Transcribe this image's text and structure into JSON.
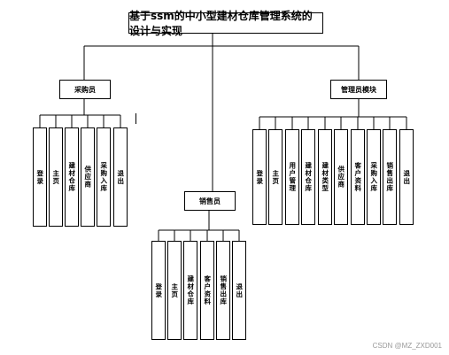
{
  "title": "基于ssm的中小型建材仓库管理系统的设计与实现",
  "groups": [
    {
      "label": "采购员",
      "items": [
        "登录",
        "主页",
        "建材仓库",
        "供应商",
        "采购入库",
        "退出"
      ]
    },
    {
      "label": "销售员",
      "items": [
        "登录",
        "主页",
        "建材仓库",
        "客户资料",
        "销售出库",
        "退出"
      ]
    },
    {
      "label": "管理员模块",
      "items": [
        "登录",
        "主页",
        "用户管理",
        "建材仓库",
        "建材类型",
        "供应商",
        "客户资料",
        "采购入库",
        "销售出库",
        "退出"
      ]
    }
  ],
  "watermark": "CSDN @MZ_ZXD001"
}
